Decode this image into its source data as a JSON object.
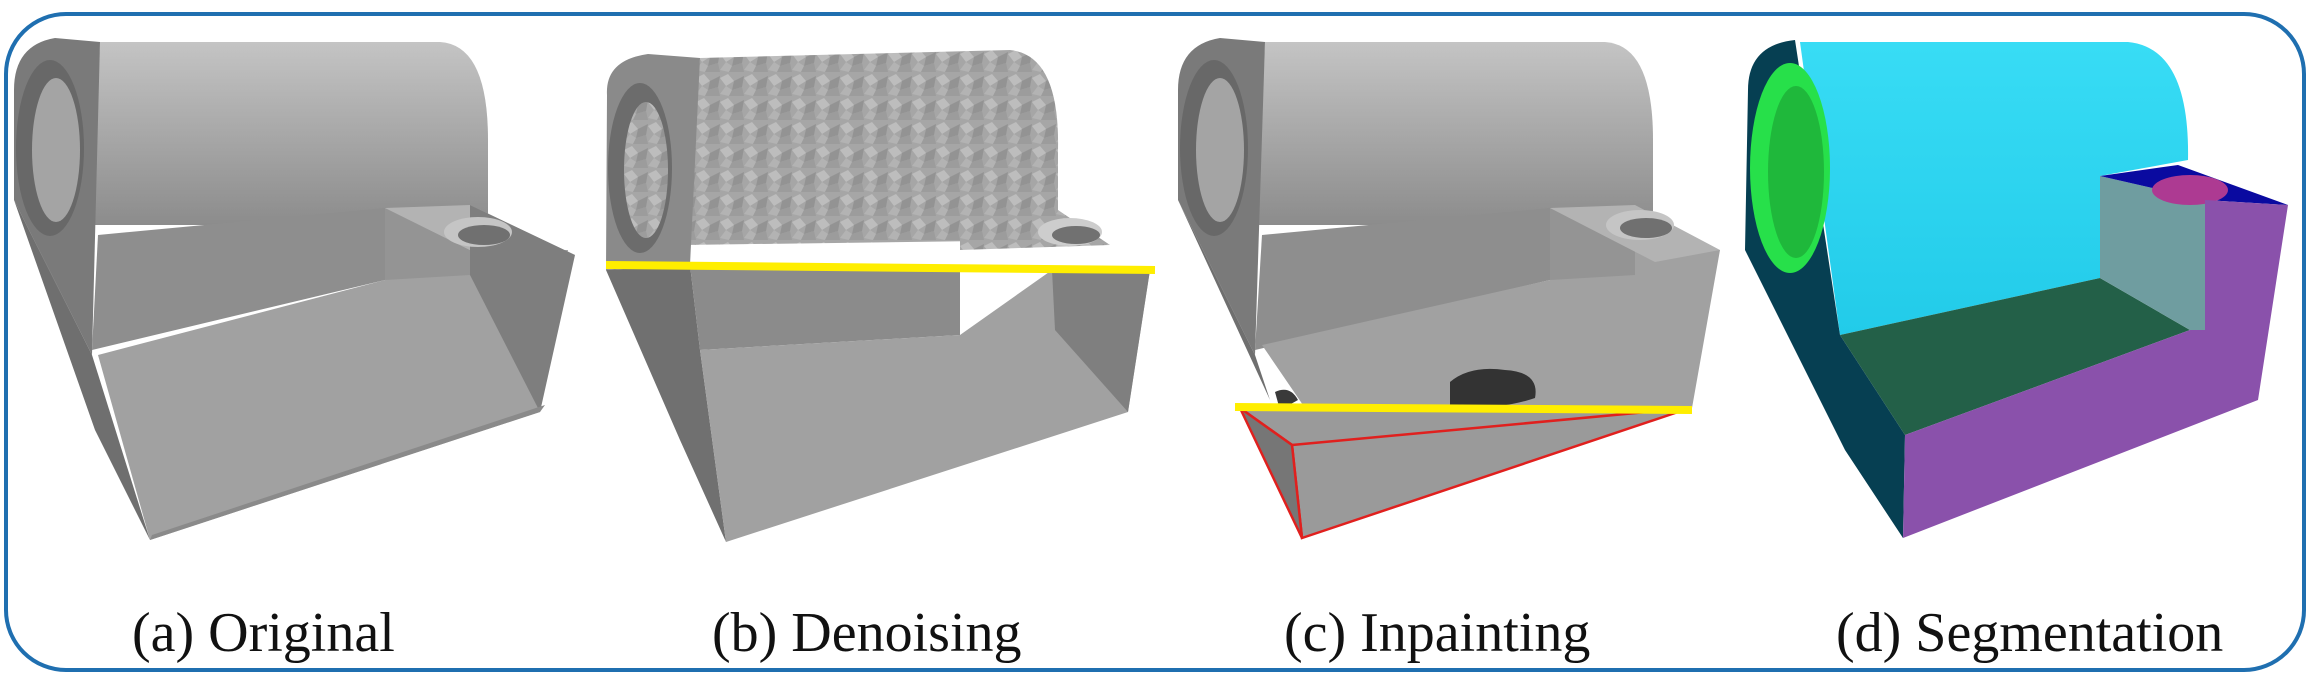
{
  "figure": {
    "frame_color": "#1f6fb0",
    "panels": [
      {
        "id": "a",
        "caption": "(a) Original"
      },
      {
        "id": "b",
        "caption": "(b) Denoising"
      },
      {
        "id": "c",
        "caption": "(c) Inpainting"
      },
      {
        "id": "d",
        "caption": "(d) Segmentation"
      }
    ],
    "colors": {
      "mesh_light": "#a9a9a9",
      "mesh_mid": "#8f8f8f",
      "mesh_dark": "#6e6e6e",
      "cut_line": "#ffee00",
      "hole_edge": "#e0201e",
      "seg_cylinder": "#2bd2ef",
      "seg_bore": "#27e04a",
      "seg_end": "#063f52",
      "seg_floor": "#236048",
      "seg_top": "#0a0aa0",
      "seg_pocket": "#ad3a92",
      "seg_step": "#6f9da0",
      "seg_front": "#8a51ab"
    }
  }
}
